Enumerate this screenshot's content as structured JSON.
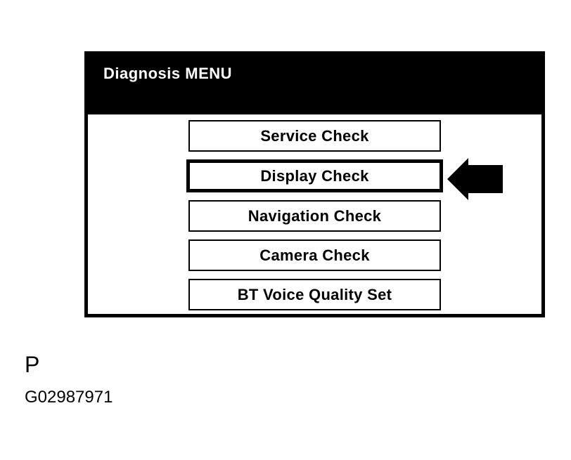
{
  "screen": {
    "title": "Diagnosis MENU",
    "menu_items": [
      {
        "label": "Service Check",
        "selected": false
      },
      {
        "label": "Display Check",
        "selected": true
      },
      {
        "label": "Navigation Check",
        "selected": false
      },
      {
        "label": "Camera Check",
        "selected": false
      },
      {
        "label": "BT Voice Quality Set",
        "selected": false
      }
    ],
    "pointer_icon": "arrow-left-icon"
  },
  "figure": {
    "label": "P",
    "id": "G02987971"
  },
  "colors": {
    "foreground": "#000000",
    "background": "#ffffff"
  }
}
